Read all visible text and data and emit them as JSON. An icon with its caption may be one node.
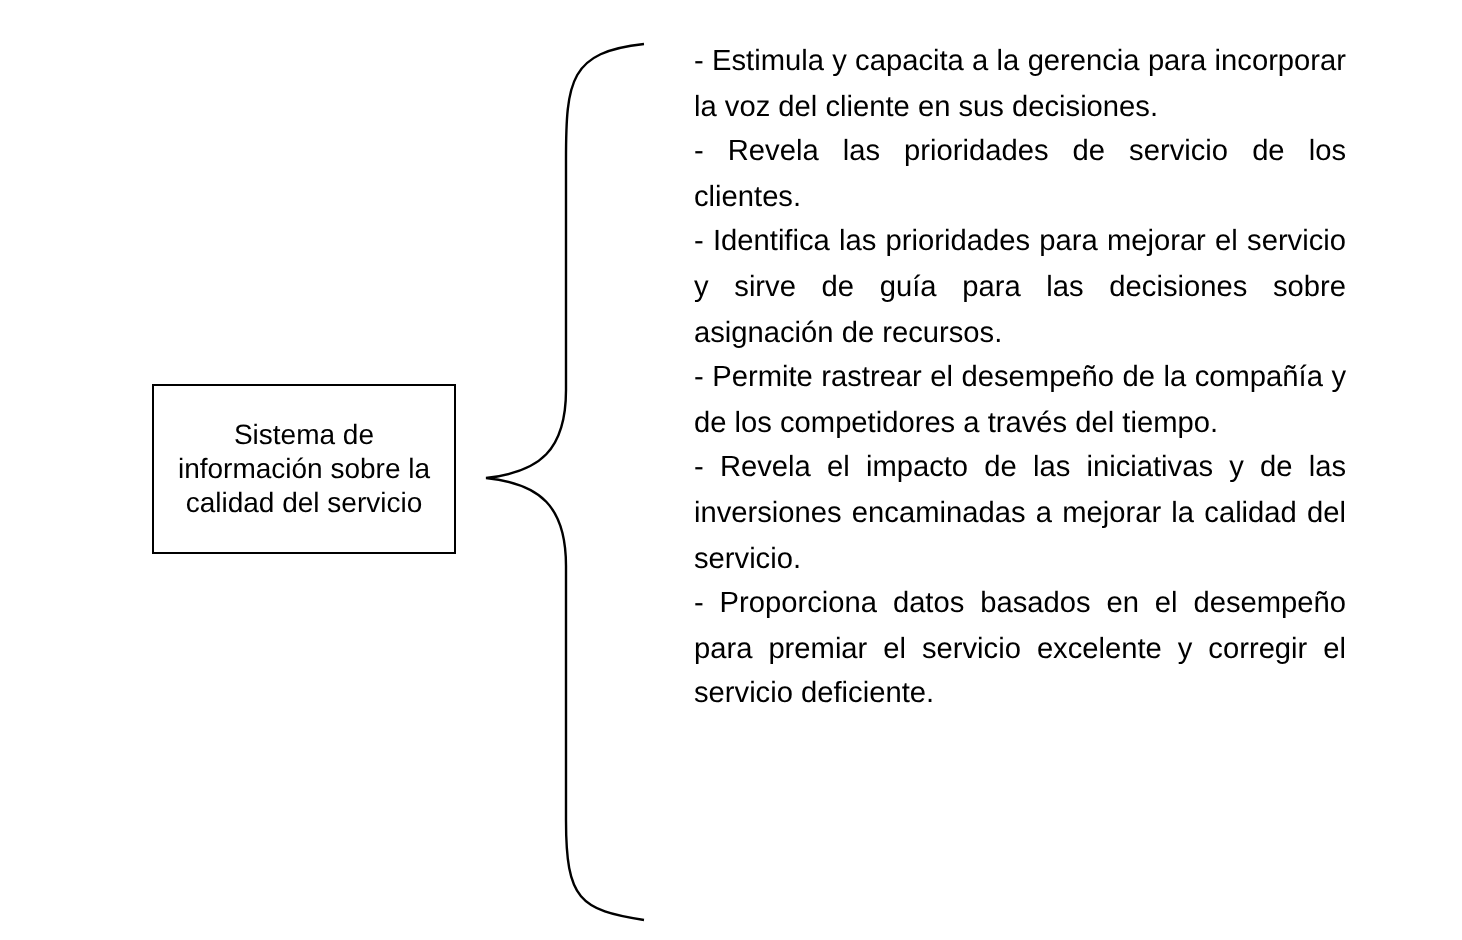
{
  "diagram": {
    "nodes": [
      {
        "text": [
          "Sistema de información sobre la calidad del servicio"
        ]
      }
    ],
    "labels": [
      "- Estimula y capacita a la gerencia para incorporar la voz del cliente en sus decisiones.",
      "- Revela las prioridades de servicio de los clientes.",
      "- Identifica las prioridades para mejorar el servicio y sirve de guía para las decisiones sobre asignación de recursos.",
      "- Permite rastrear el desempeño de la compañía y de los competidores a través del tiempo.",
      "- Revela el impacto de las iniciativas y de las inversiones encaminadas a mejorar la calidad del servicio.",
      "- Proporciona datos basados en el desempeño para premiar el servicio excelente y corregir el servicio deficiente."
    ]
  }
}
